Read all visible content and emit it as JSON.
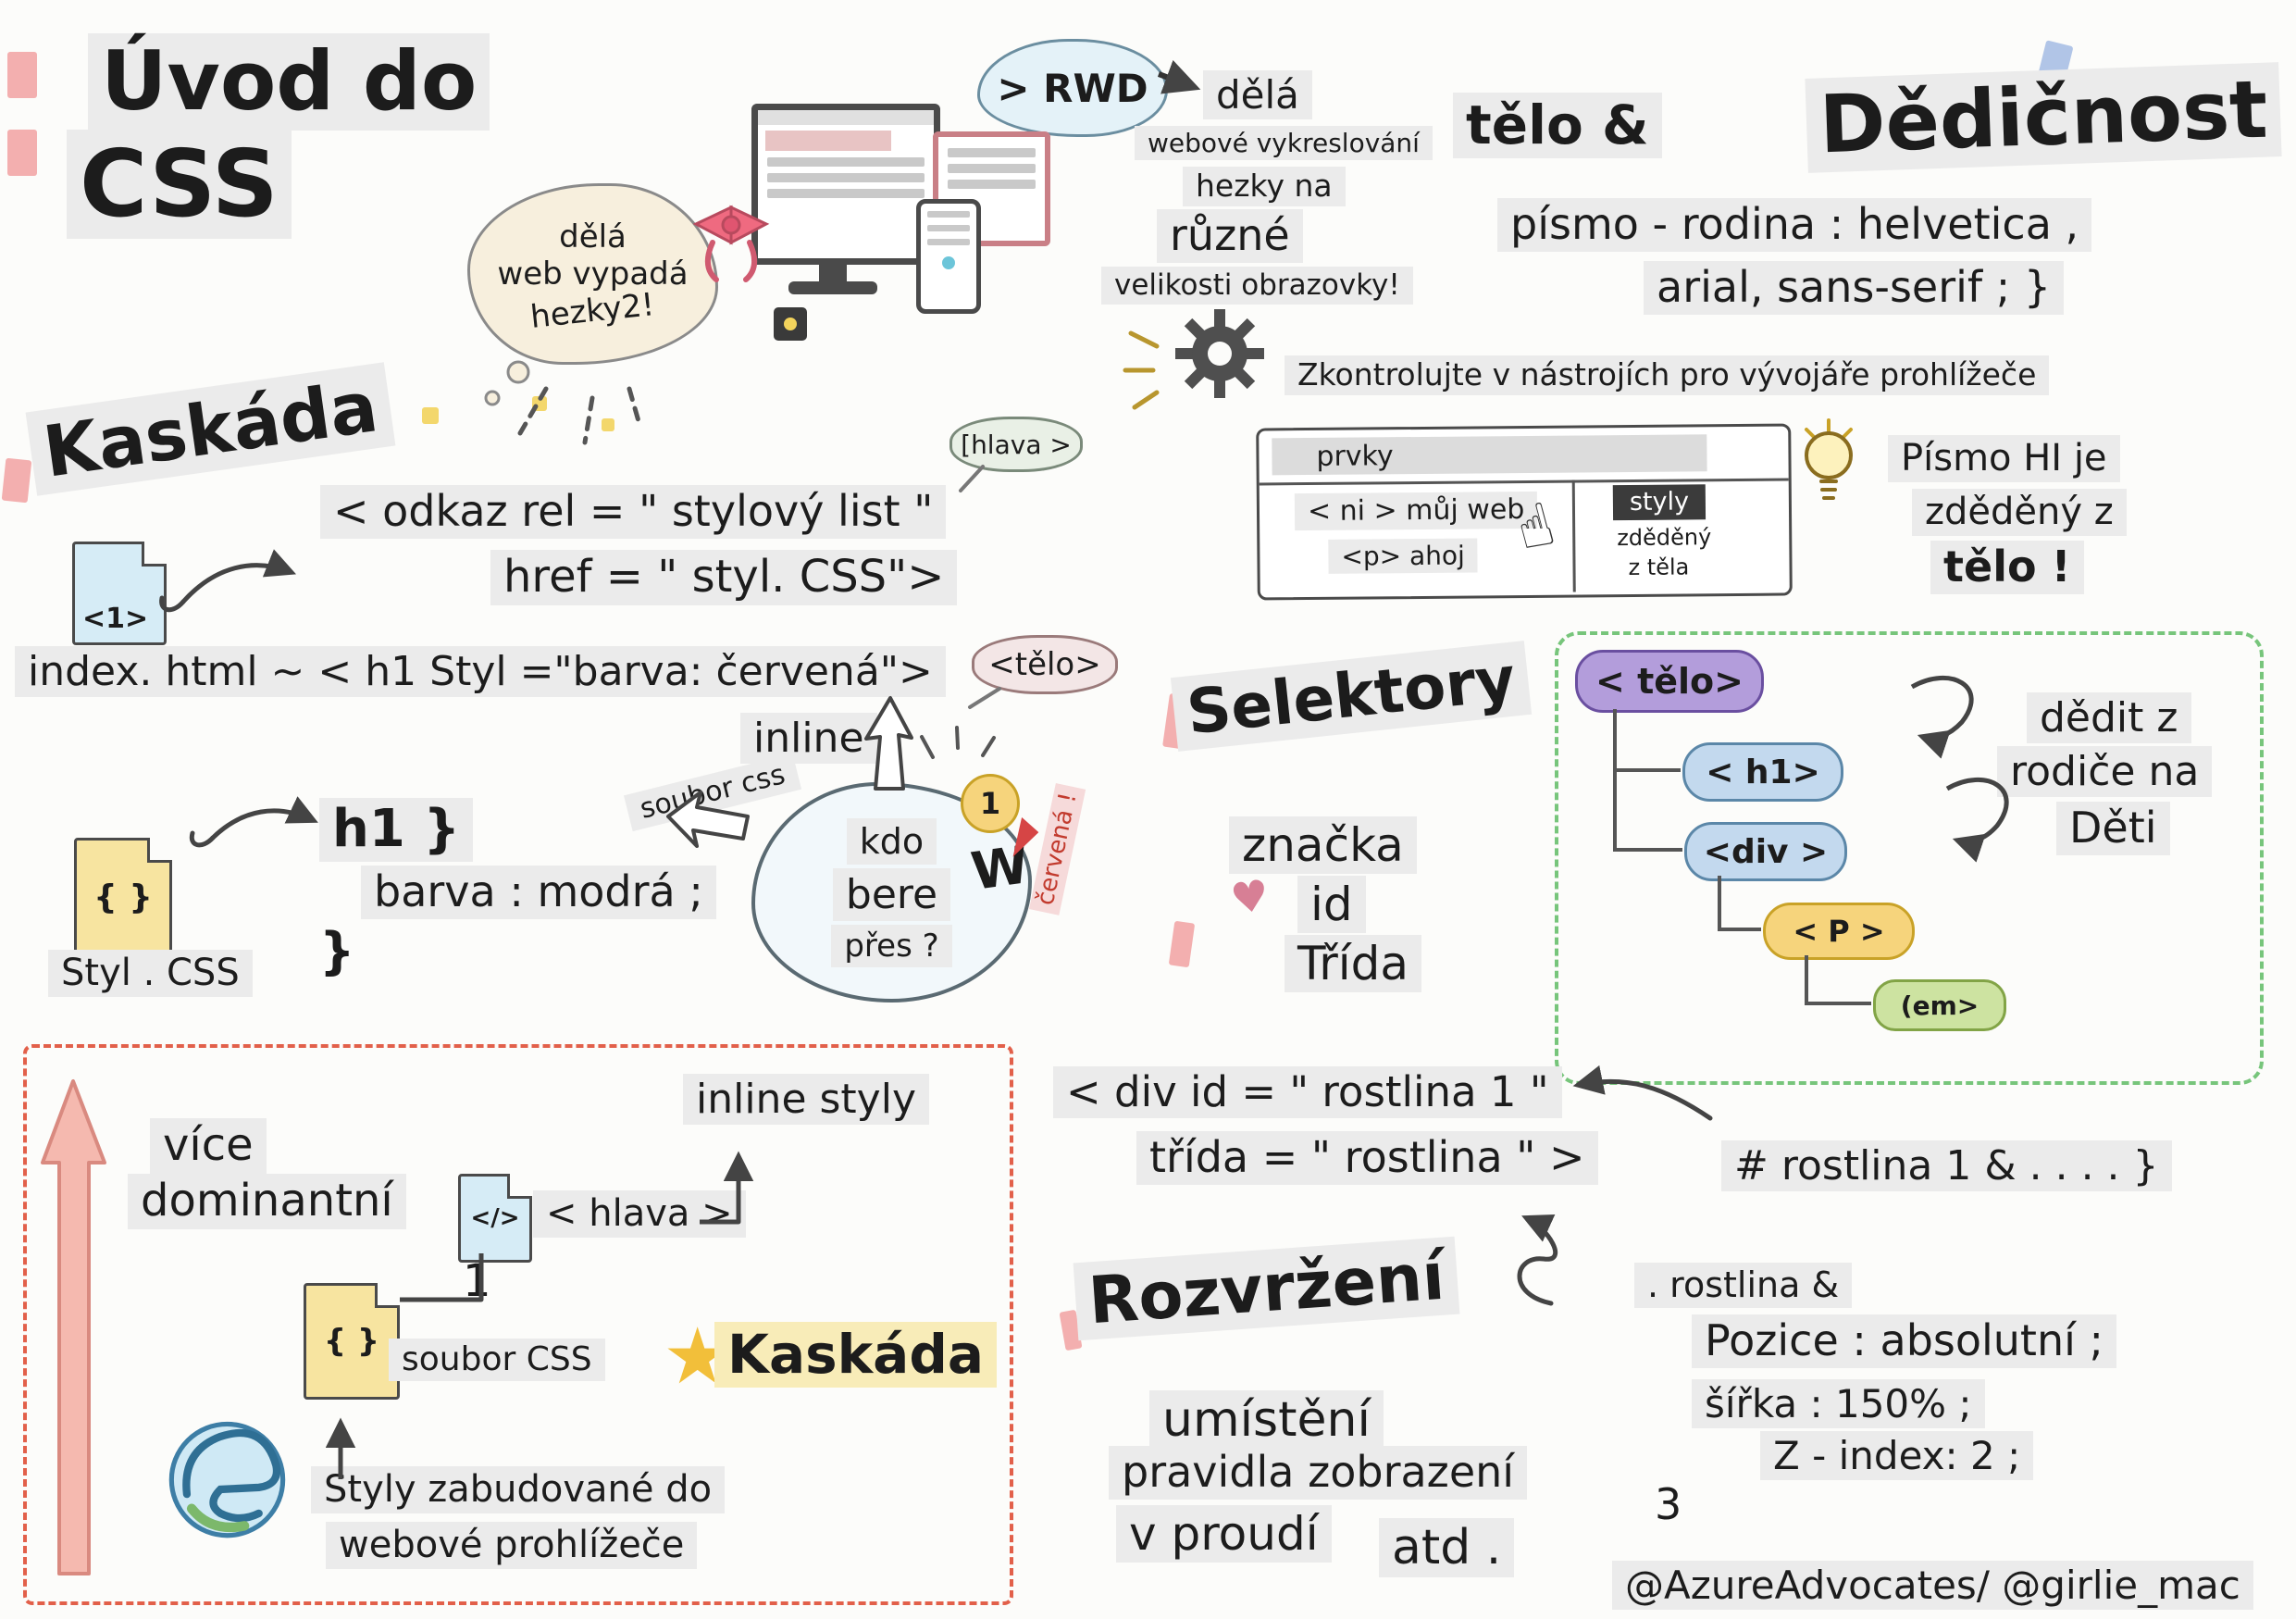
{
  "colors": {
    "highlight": "#ebebeb",
    "yellow_highlight": "#f8ecb8",
    "red_dashed_box": "#e2604a",
    "green_dashed_box": "#77c57b",
    "pink_accent": "#f2a6a6",
    "node_purple": "#b39ddb",
    "node_blue": "#c3d9ee",
    "node_yellow": "#f6d47c",
    "node_green": "#cde3a1",
    "red_text": "#c23b2e"
  },
  "icons": {
    "heart": "♥",
    "star": "★",
    "hand": "☝"
  },
  "titles": {
    "intro_line1": "Úvod do",
    "intro_line2": "CSS",
    "cascade": "Kaskáda",
    "inheritance": "Dědičnost",
    "selectors": "Selektory",
    "layout": "Rozvržení"
  },
  "rwd": {
    "cloud_line1": "dělá",
    "cloud_line2": "web vypadá",
    "cloud_line3": "hezky2!",
    "rwd_bubble": "> RWD",
    "does": "dělá",
    "web_rendering": "webové vykreslování",
    "nicely_on": "hezky na",
    "various": "různé",
    "screen_sizes": "velikosti obrazovky!"
  },
  "inheritance": {
    "body_and": "tělo &",
    "font_family_line1": "písmo - rodina : helvetica ,",
    "font_family_line2": "arial, sans-serif ; }",
    "check_devtools": "Zkontrolujte v nástrojích pro vývojáře prohlížeče",
    "devtools": {
      "elements_tab": "prvky",
      "my_web": "< ni > můj web",
      "hello_p": "<p> ahoj",
      "styles_tab": "styly",
      "inherited": "zděděný",
      "from_body": "z těla"
    },
    "tip_line1": "Písmo HI je",
    "tip_line2": "zděděný z",
    "tip_line3": "tělo !"
  },
  "cascade": {
    "link_rel": "< odkaz rel = \" stylový list \"",
    "href": "href = \" styl. CSS\">",
    "doc_html_label": "<1>",
    "index_html": "index. html ~ < h1 Styl =\"barva: červená\">",
    "head_bubble": "[hlava >",
    "body_bubble": "<tělo>",
    "inline_label": "inline",
    "css_file_label": "soubor css",
    "blob_line1": "kdo",
    "blob_line2": "bere",
    "blob_line3": "přes ?",
    "w_letter": "W",
    "medal_number": "1",
    "red_note": "červená !",
    "h1_rule": "h1 }",
    "color_blue": "barva : modrá ;",
    "closing_brace": "}",
    "doc_css_label": "{ }",
    "style_css_caption": "Styl . CSS"
  },
  "selectors": {
    "tag": "značka",
    "id": "id",
    "class": "Třída"
  },
  "tree": {
    "body": "< tělo>",
    "h1": "< h1>",
    "div": "<div >",
    "p": "< P >",
    "em": "(em>",
    "inherit_line1": "dědit z",
    "inherit_line2": "rodiče na",
    "inherit_line3": "Děti"
  },
  "specificity": {
    "div_id": "< div id = \" rostlina 1 \"",
    "class_attr": "třída = \" rostlina \" >",
    "id_selector": "# rostlina 1 & . . . . }",
    "class_selector": ". rostlina &",
    "position_rule": "Pozice : absolutní ;",
    "width_rule": "šířka : 150% ;",
    "z_index_rule": "Z - index: 2 ;",
    "brace": "3"
  },
  "priority": {
    "more": "více",
    "dominant": "dominantní",
    "inline_styles": "inline styly",
    "head_tag": "< hlava >",
    "number_one": "1",
    "doc_code_label": "</>",
    "doc_css_label": "{ }",
    "css_file": "soubor CSS",
    "cascade_label": "Kaskáda",
    "builtin_line1": "Styly zabudované do",
    "builtin_line2": "webové prohlížeče"
  },
  "layout": {
    "placement": "umístění",
    "display_rules": "pravidla zobrazení",
    "in_flow": "v proudí",
    "etc": "atd ."
  },
  "credit": "@AzureAdvocates/ @girlie_mac"
}
